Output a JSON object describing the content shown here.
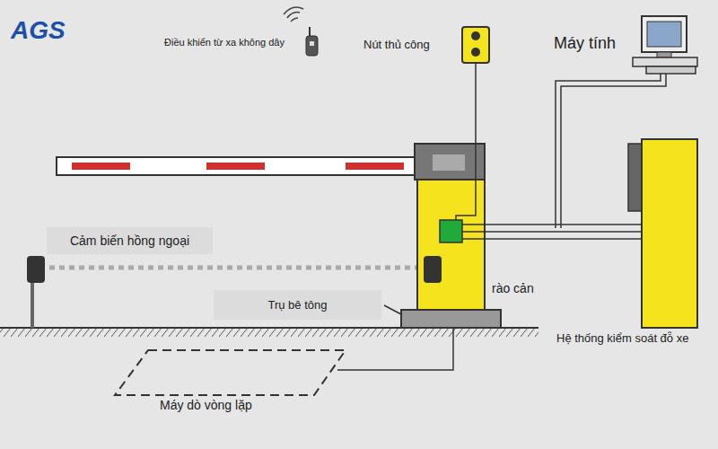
{
  "diagram": {
    "nodes": [
      {
        "text": [
          "Cảm biến hồng ngoại"
        ]
      },
      {
        "text": [
          "Trụ bê tông"
        ]
      }
    ],
    "labels": [
      "AGS",
      "Điều khiển từ xa không dây",
      "Nút thủ công",
      "Máy tính",
      "rào cản",
      "Hệ thống kiểm soát đỗ xe",
      "Máy dò vòng lặp"
    ]
  }
}
